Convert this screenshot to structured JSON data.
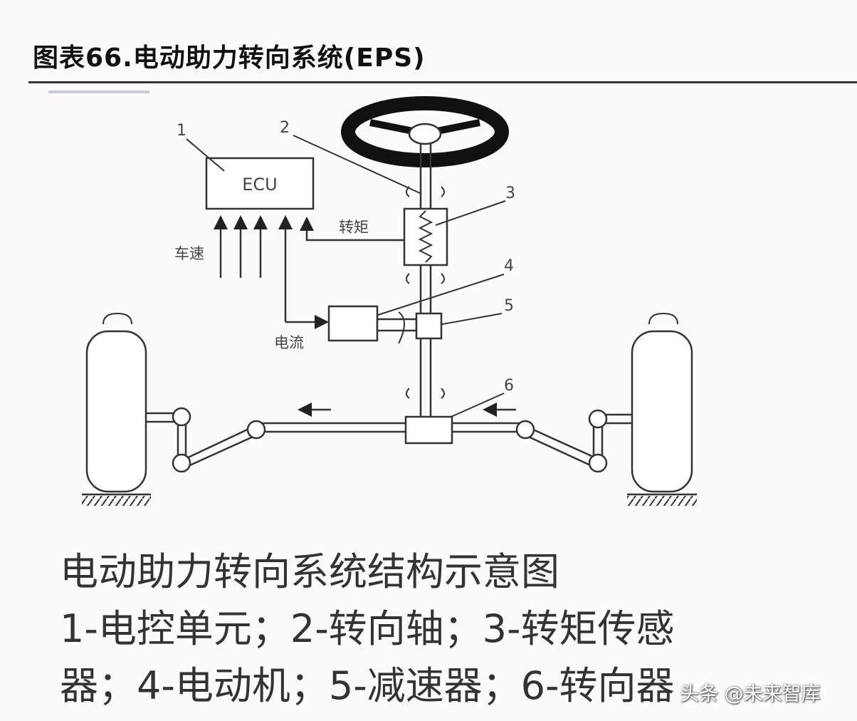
{
  "title": "图表66.电动助力转向系统(EPS)",
  "diagram": {
    "ecu_label": "ECU",
    "numbers": [
      "1",
      "2",
      "3",
      "4",
      "5",
      "6"
    ],
    "speed_label": "车速",
    "torque_label": "转矩",
    "current_label": "电流"
  },
  "caption": {
    "line1": "电动助力转向系统结构示意图",
    "line2": "1-电控单元；2-转向轴；3-转矩传感",
    "line3": "器；4-电动机；5-减速器；6-转向器"
  },
  "watermark": "头条 @未来智库"
}
